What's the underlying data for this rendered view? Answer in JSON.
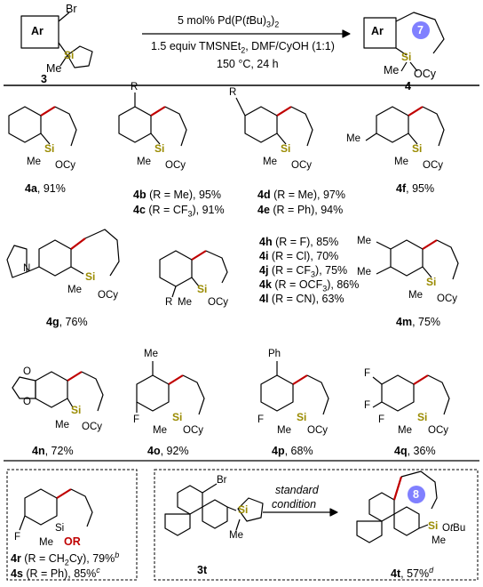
{
  "scheme": {
    "substrate_label": "3",
    "product_label": "4",
    "ring_size_badge": "7",
    "aryl_box": "Ar",
    "conditions": [
      "5 mol% Pd(P(tBu)3)2",
      "1.5 equiv TMSNEt2, DMF/CyOH (1:1)",
      "150 °C, 24 h"
    ],
    "atoms": {
      "br": "Br",
      "si": "Si",
      "me": "Me",
      "ocy": "OCy",
      "r": "R",
      "f": "F",
      "n": "N",
      "o": "O",
      "ph": "Ph"
    }
  },
  "products": [
    {
      "id": "4a",
      "text": ", 91%"
    },
    {
      "id": "4b",
      "text": " (R = Me), 95%"
    },
    {
      "id": "4c",
      "text": " (R = CF3), 91%"
    },
    {
      "id": "4d",
      "text": " (R = Me), 97%"
    },
    {
      "id": "4e",
      "text": " (R = Ph), 94%"
    },
    {
      "id": "4f",
      "text": ", 95%"
    },
    {
      "id": "4g",
      "text": ", 76%"
    },
    {
      "id": "4h",
      "text": " (R = F), 85%"
    },
    {
      "id": "4i",
      "text": " (R = Cl), 70%"
    },
    {
      "id": "4j",
      "text": " (R = CF3), 75%"
    },
    {
      "id": "4k",
      "text": " (R = OCF3), 86%"
    },
    {
      "id": "4l",
      "text": " (R = CN), 63%"
    },
    {
      "id": "4m",
      "text": ", 75%"
    },
    {
      "id": "4n",
      "text": ", 72%"
    },
    {
      "id": "4o",
      "text": ", 92%"
    },
    {
      "id": "4p",
      "text": ", 68%"
    },
    {
      "id": "4q",
      "text": ", 36%"
    }
  ],
  "bottom_left": {
    "or_label": "OR",
    "line_r": " (R = CH2Cy), 79%",
    "line_r_id": "4r",
    "line_r_sup": "b",
    "line_s": " (R = Ph), 85%",
    "line_s_id": "4s",
    "line_s_sup": "c"
  },
  "bottom_right": {
    "substrate_label": "3t",
    "arrow_top": "standard",
    "arrow_bottom": "condition",
    "ring_size_badge": "8",
    "product_id": "4t",
    "product_text": ", 57%",
    "product_sup": "d",
    "otbu": "OtBu"
  }
}
